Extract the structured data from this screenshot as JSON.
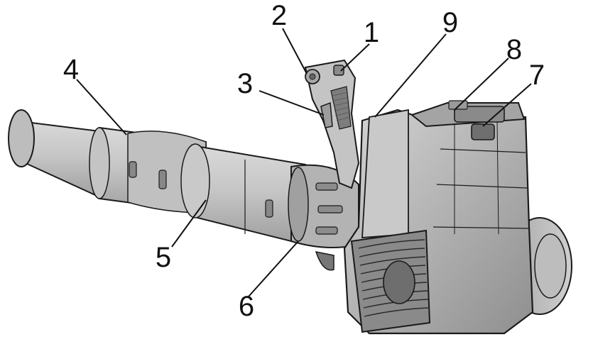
{
  "callouts": [
    {
      "label": "1"
    },
    {
      "label": "2"
    },
    {
      "label": "3"
    },
    {
      "label": "4"
    },
    {
      "label": "5"
    },
    {
      "label": "6"
    },
    {
      "label": "7"
    },
    {
      "label": "8"
    },
    {
      "label": "9"
    }
  ],
  "colors": {
    "outline": "#1a1a1a",
    "tube_light": "#c9c9c9",
    "tube_mid": "#b2b2b2",
    "body_dark": "#9a9a9a",
    "body_light": "#d8d8d8"
  }
}
